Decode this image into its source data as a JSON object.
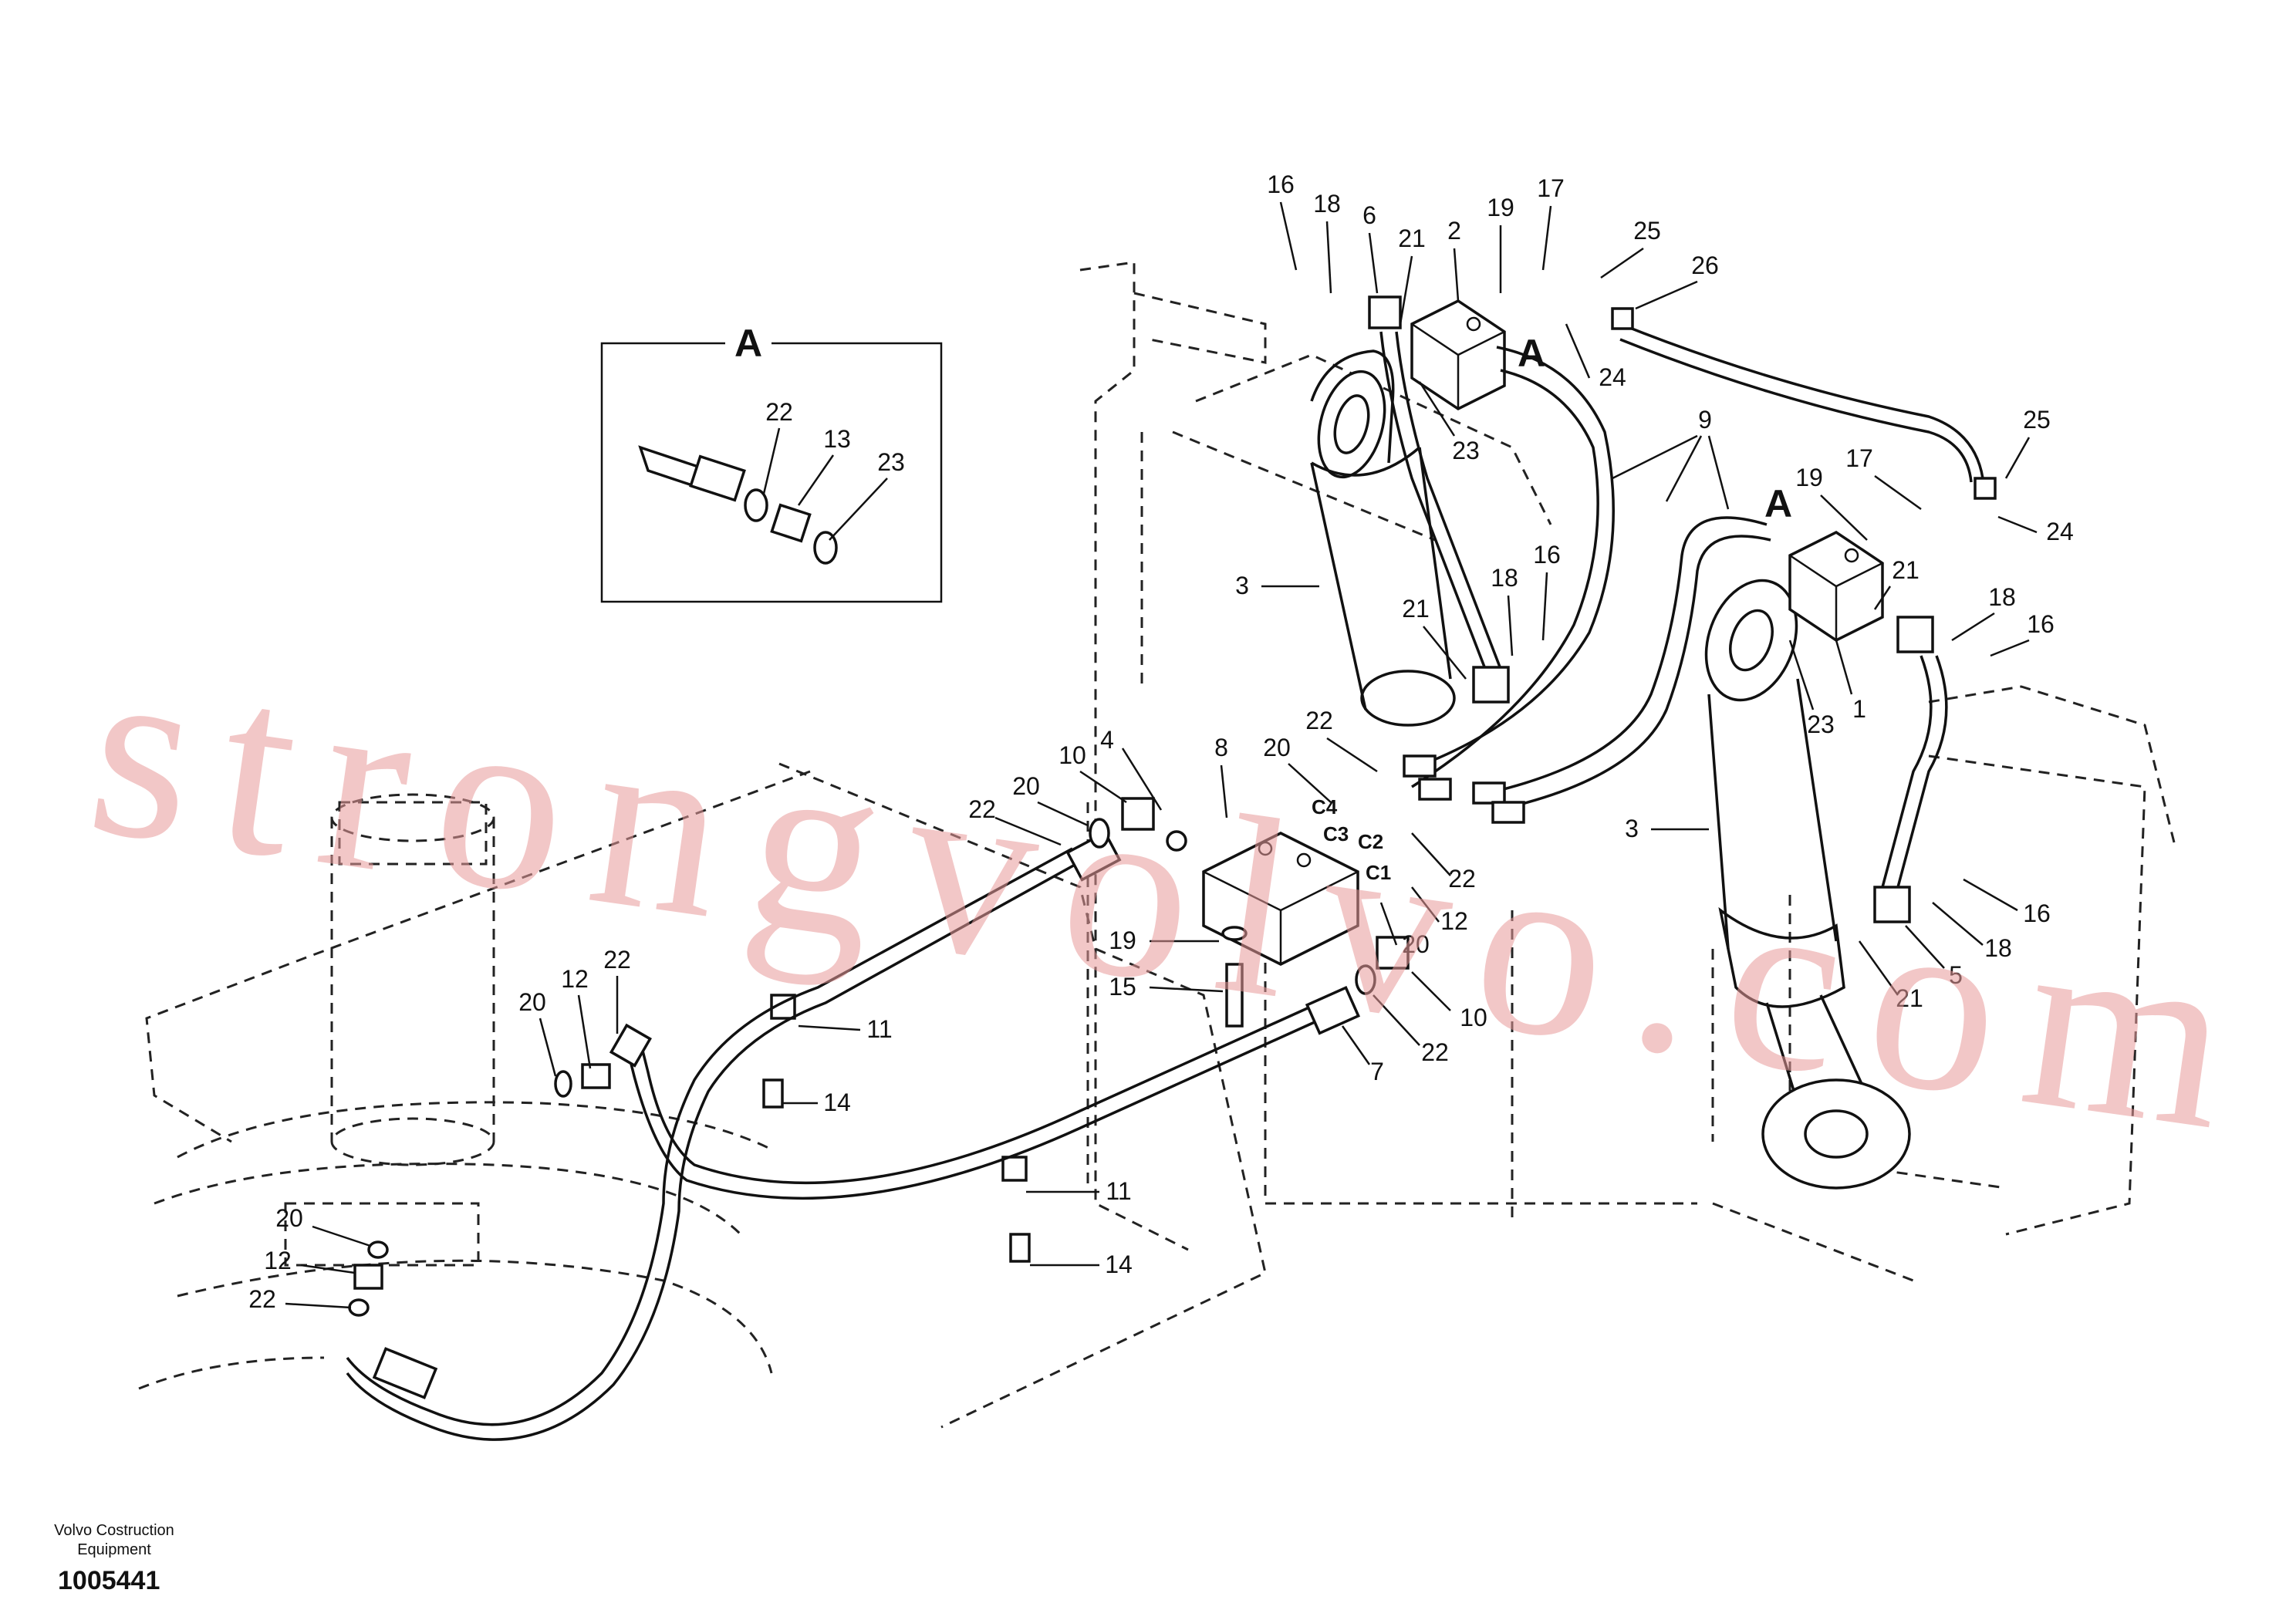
{
  "figure_id": "1005441",
  "brand_line1": "Volvo Costruction",
  "brand_line2": "Equipment",
  "watermark": "strongvolvo.com",
  "detail_view": {
    "title": "A",
    "labels": [
      "22",
      "13",
      "23"
    ]
  },
  "view_marker": "A",
  "callouts": {
    "c1": "16",
    "c2": "18",
    "c3": "6",
    "c4": "21",
    "c5": "2",
    "c6": "19",
    "c7": "17",
    "c8": "25",
    "c9": "26",
    "c10": "24",
    "c11": "23",
    "c12": "9",
    "c13": "25",
    "c14": "17",
    "c15": "19",
    "c16": "24",
    "c17": "3",
    "c18": "21",
    "c19": "18",
    "c20": "16",
    "c21": "21",
    "c22": "18",
    "c23": "16",
    "c24": "23",
    "c25": "1",
    "c26": "20",
    "c27": "22",
    "c28": "10",
    "c29": "4",
    "c30": "8",
    "c31": "22",
    "c32": "20",
    "c33": "22",
    "c34": "12",
    "c35": "20",
    "c36": "19",
    "c37": "15",
    "c38": "10",
    "c39": "22",
    "c40": "7",
    "c41": "11",
    "c42": "14",
    "c43": "20",
    "c44": "12",
    "c45": "22",
    "c46": "12",
    "c47": "22",
    "c48": "20",
    "c49": "11",
    "c50": "14",
    "c51": "3",
    "c52": "16",
    "c53": "18",
    "c54": "5",
    "c55": "21"
  },
  "port_labels": {
    "p1": "C4",
    "p2": "C3",
    "p3": "C2",
    "p4": "C1"
  }
}
